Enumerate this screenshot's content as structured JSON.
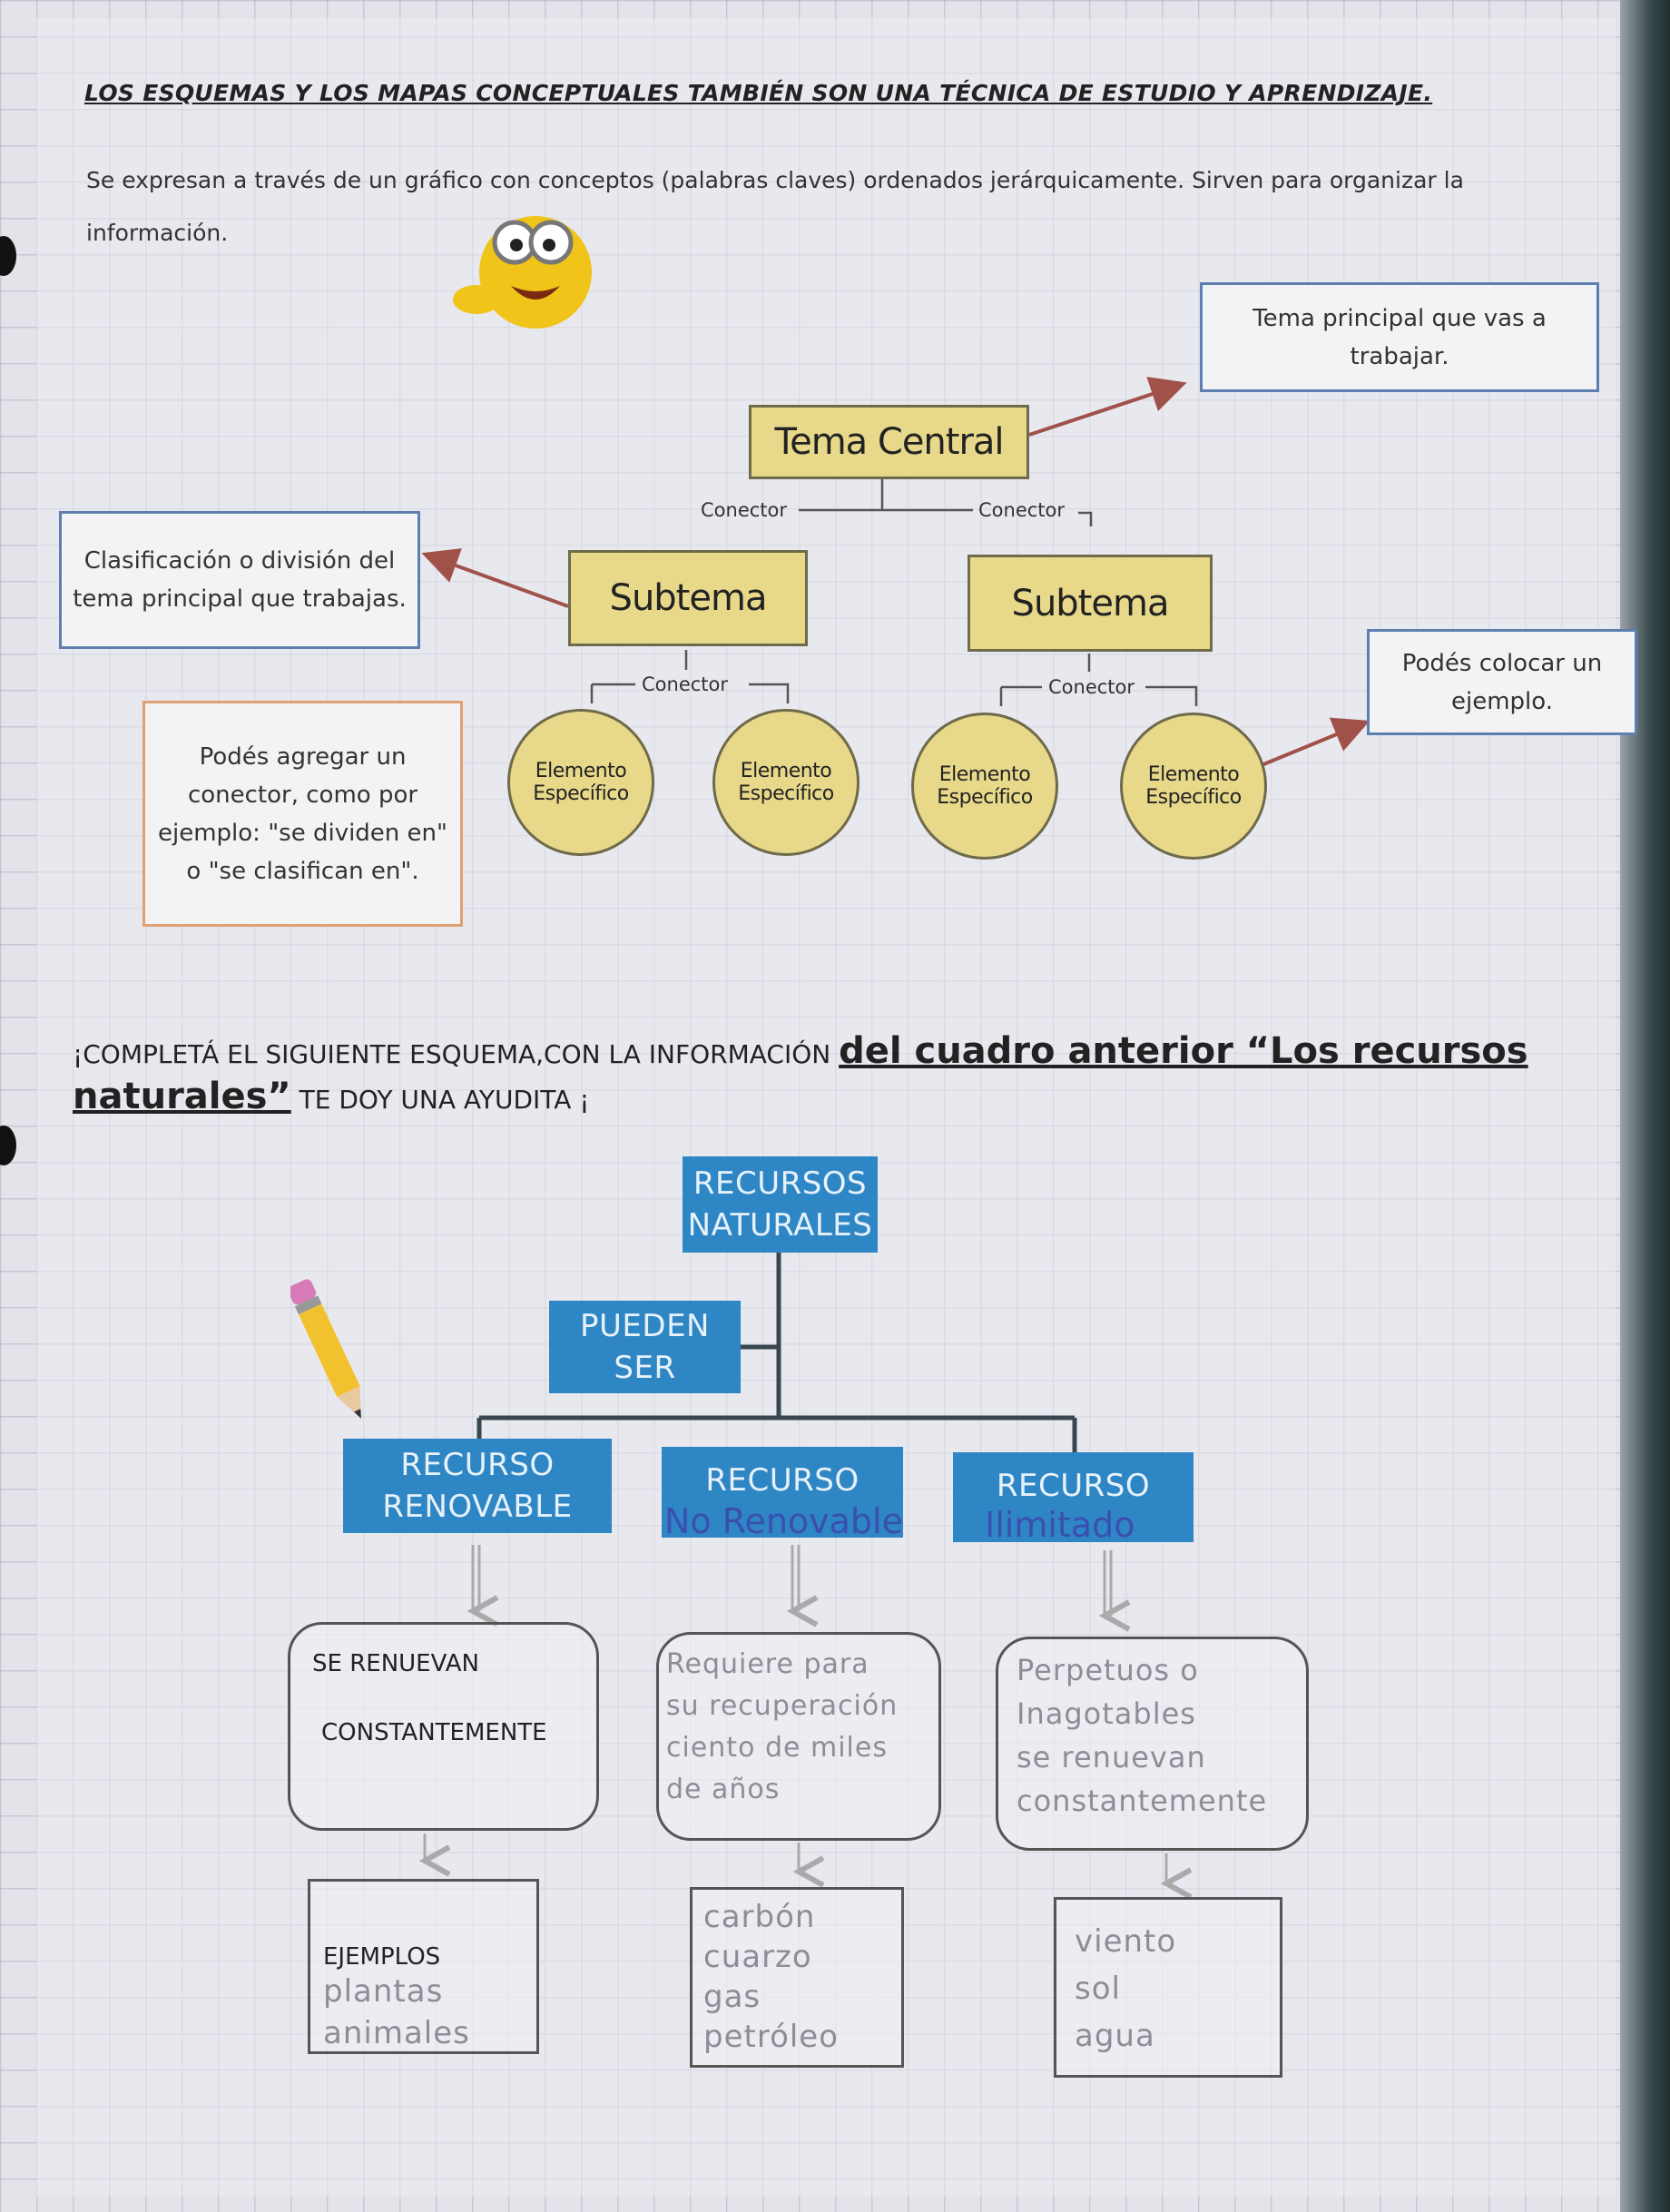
{
  "title": "LOS ESQUEMAS  Y LOS  MAPAS CONCEPTUALES TAMBIÉN  SON UNA TÉCNICA DE ESTUDIO Y APRENDIZAJE.",
  "intro": "Se expresan a través de un gráfico con conceptos (palabras claves) ordenados jerárquicamente. Sirven para organizar la información.",
  "example_map": {
    "note_main": "Tema principal que vas a trabajar.",
    "central": "Tema Central",
    "connector": "Conector",
    "subtopic": "Subtema",
    "note_classification": "Clasificación o división del tema principal que trabajas.",
    "note_connector": "Podés agregar un conector, como por ejemplo: \"se dividen en\" o \"se clasifican en\".",
    "note_example": "Podés colocar un ejemplo.",
    "element_line1": "Elemento",
    "element_line2": "Específico"
  },
  "instruction": {
    "caps": "¡COMPLETÁ EL SIGUIENTE ESQUEMA,CON LA INFORMACIÓN",
    "bold": "del cuadro anterior “Los recursos naturales”",
    "tail": "TE DOY UNA AYUDITA ¡"
  },
  "scheme": {
    "root_line1": "RECURSOS",
    "root_line2": "NATURALES",
    "connector_line1": "PUEDEN",
    "connector_line2": "SER",
    "branches": [
      {
        "line1": "RECURSO",
        "line2": "RENOVABLE",
        "handwritten_type": "",
        "description": [
          "SE RENUEVAN",
          "CONSTANTEMENTE"
        ],
        "examples_label": "EJEMPLOS",
        "examples": [
          "plantas",
          "animales"
        ]
      },
      {
        "line1": "RECURSO",
        "line2": "",
        "handwritten_type": "No Renovable",
        "description": [
          "Requiere para",
          "su recuperación",
          "ciento de miles",
          "de años"
        ],
        "examples_label": "",
        "examples": [
          "carbón",
          "cuarzo",
          "gas",
          "petróleo"
        ]
      },
      {
        "line1": "RECURSO",
        "line2": "",
        "handwritten_type": "Ilimitado",
        "description": [
          "Perpetuos o",
          "Inagotables",
          "se renuevan",
          "constantemente"
        ],
        "examples_label": "",
        "examples": [
          "viento",
          "sol",
          "agua"
        ]
      }
    ]
  }
}
